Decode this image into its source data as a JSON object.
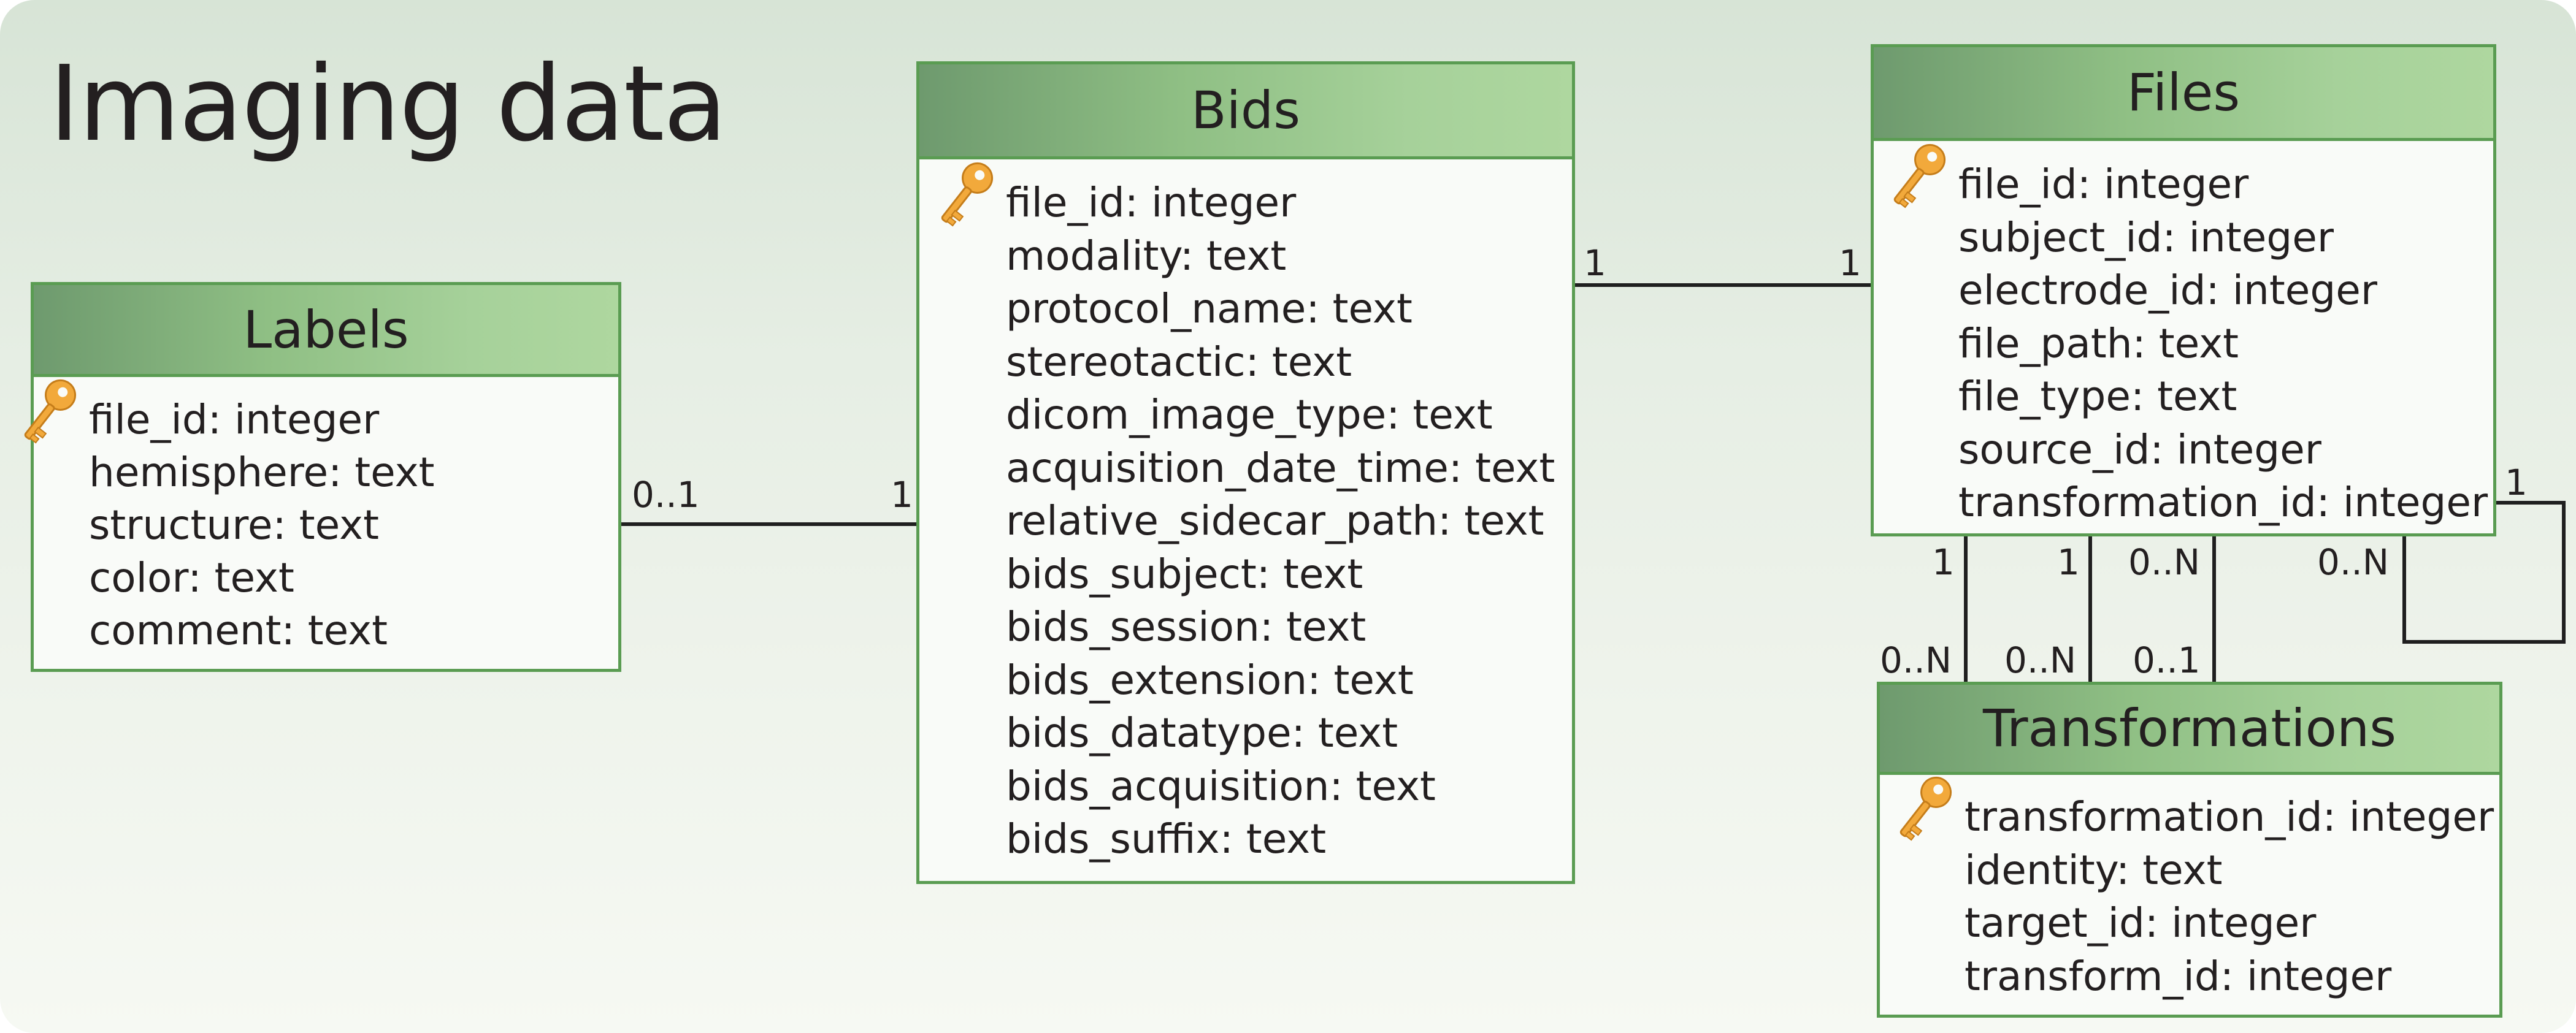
{
  "title": "Imaging data",
  "tables": {
    "labels": {
      "name": "Labels",
      "fields": [
        "file_id: integer",
        "hemisphere: text",
        "structure: text",
        "color: text",
        "comment: text"
      ]
    },
    "bids": {
      "name": "Bids",
      "fields": [
        "file_id: integer",
        "modality: text",
        "protocol_name: text",
        "stereotactic: text",
        "dicom_image_type: text",
        "acquisition_date_time: text",
        "relative_sidecar_path: text",
        "bids_subject: text",
        "bids_session: text",
        "bids_extension: text",
        "bids_datatype: text",
        "bids_acquisition: text",
        "bids_suffix: text"
      ]
    },
    "files": {
      "name": "Files",
      "fields": [
        "file_id: integer",
        "subject_id: integer",
        "electrode_id: integer",
        "file_path: text",
        "file_type: text",
        "source_id: integer",
        "transformation_id: integer"
      ]
    },
    "transformations": {
      "name": "Transformations",
      "fields": [
        "transformation_id: integer",
        "identity: text",
        "target_id: integer",
        "transform_id: integer"
      ]
    }
  },
  "relations": {
    "labels_bids": {
      "labels_end": "0..1",
      "bids_end": "1"
    },
    "bids_files": {
      "bids_end": "1",
      "files_end": "1"
    },
    "files_trans_1": {
      "files_end": "1",
      "trans_end": "0..N"
    },
    "files_trans_2": {
      "files_end": "1",
      "trans_end": "0..N"
    },
    "files_trans_3": {
      "files_end": "0..N",
      "trans_end": "0..1"
    },
    "files_self": {
      "end_a": "1",
      "end_b": "0..N"
    }
  },
  "colors": {
    "border": "#5a9c52",
    "header_dark": "#6e9a6e",
    "header_light": "#aed79f",
    "key_icon": "#f2a93b"
  }
}
